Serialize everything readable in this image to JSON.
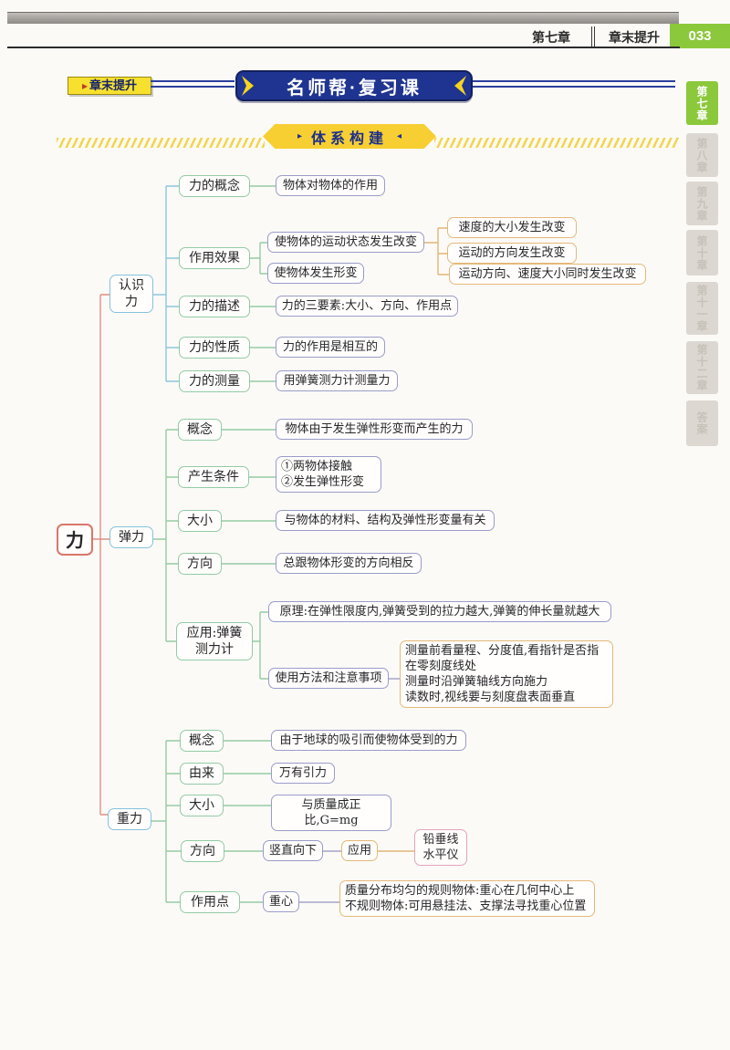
{
  "page_header": {
    "chapter": "第七章",
    "section": "章末提升",
    "page_number": "033"
  },
  "side_tabs": {
    "items": [
      "第七章",
      "第八章",
      "第九章",
      "第十章",
      "第十一章",
      "第十二章",
      "答案"
    ],
    "active": "第七章"
  },
  "top_banner": {
    "tag_arrow": "▸",
    "tag": "章末提升",
    "title": "名师帮·复习课"
  },
  "section_banner": {
    "left_arrow": "▸",
    "title": "体系构建",
    "right_arrow": "◂"
  },
  "colors": {
    "accent_green": "#8cc83c",
    "banner_blue": "#1e3490",
    "banner_yellow": "#f7cf33",
    "root_red": "#d9766a",
    "branch_blue": "#85c2dc",
    "label_green": "#93cba4",
    "content_purple": "#9a9cc9",
    "highlight_orange": "#e6b87a",
    "pink": "#e3a3bd"
  },
  "mindmap": {
    "root": "力",
    "b1": {
      "label": "认识力",
      "items": [
        {
          "label": "力的概念",
          "text": "物体对物体的作用"
        },
        {
          "label": "作用效果",
          "text1": "使物体的运动状态发生改变",
          "text2": "使物体发生形变",
          "effects": [
            "速度的大小发生改变",
            "运动的方向发生改变",
            "运动方向、速度大小同时发生改变"
          ]
        },
        {
          "label": "力的描述",
          "text": "力的三要素:大小、方向、作用点"
        },
        {
          "label": "力的性质",
          "text": "力的作用是相互的"
        },
        {
          "label": "力的测量",
          "text": "用弹簧测力计测量力"
        }
      ]
    },
    "b2": {
      "label": "弹力",
      "items": [
        {
          "label": "概念",
          "text": "物体由于发生弹性形变而产生的力"
        },
        {
          "label": "产生条件",
          "text": "①两物体接触\n②发生弹性形变"
        },
        {
          "label": "大小",
          "text": "与物体的材料、结构及弹性形变量有关"
        },
        {
          "label": "方向",
          "text": "总跟物体形变的方向相反"
        },
        {
          "label": "应用:弹簧测力计",
          "principle": "原理:在弹性限度内,弹簧受到的拉力越大,弹簧的伸长量就越大",
          "method_label": "使用方法和注意事项",
          "method_note": "测量前看量程、分度值,看指针是否指在零刻度线处\n测量时沿弹簧轴线方向施力\n读数时,视线要与刻度盘表面垂直"
        }
      ]
    },
    "b3": {
      "label": "重力",
      "items": [
        {
          "label": "概念",
          "text": "由于地球的吸引而使物体受到的力"
        },
        {
          "label": "由来",
          "text": "万有引力"
        },
        {
          "label": "大小",
          "text": "与质量成正比,G=mg"
        },
        {
          "label": "方向",
          "text": "竖直向下",
          "app_label": "应用",
          "app_text": "铅垂线\n水平仪"
        },
        {
          "label": "作用点",
          "text": "重心",
          "note": "质量分布均匀的规则物体:重心在几何中心上\n不规则物体:可用悬挂法、支撑法寻找重心位置"
        }
      ]
    }
  }
}
